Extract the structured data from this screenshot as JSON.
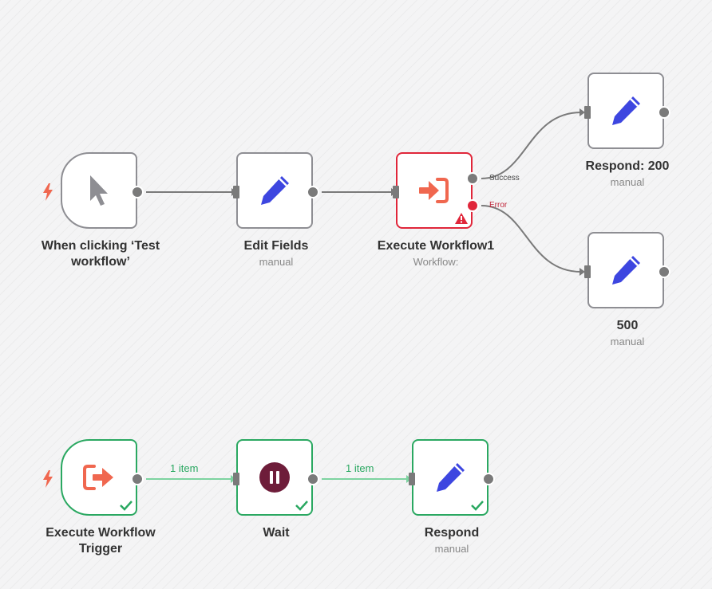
{
  "workflow_top": {
    "trigger": {
      "title": "When clicking ‘Test workflow’"
    },
    "edit_fields": {
      "title": "Edit Fields",
      "subtitle": "manual"
    },
    "execute_workflow": {
      "title": "Execute Workflow1",
      "subtitle": "Workflow:",
      "success_label": "Success",
      "error_label": "Error"
    },
    "respond_200": {
      "title": "Respond: 200",
      "subtitle": "manual"
    },
    "respond_500": {
      "title": "500",
      "subtitle": "manual"
    }
  },
  "workflow_bottom": {
    "trigger": {
      "title": "Execute Workflow Trigger"
    },
    "wait": {
      "title": "Wait"
    },
    "respond": {
      "title": "Respond",
      "subtitle": "manual"
    },
    "edge1_label": "1 item",
    "edge2_label": "1 item"
  },
  "icons": {
    "trigger_manual": "cursor-icon",
    "edit": "pencil-icon",
    "execute_workflow": "sign-in-icon",
    "execute_trigger": "sign-out-icon",
    "wait": "pause-icon",
    "warning": "warning-icon",
    "check": "check-icon",
    "bolt": "bolt-icon"
  },
  "colors": {
    "pencil": "#3d46e0",
    "workflow_icon": "#f0674f",
    "wait_icon": "#6e1d3a",
    "error": "#e0263a",
    "success": "#2aa861",
    "edge": "#7a7a7a",
    "edge_success": "#7dd3a0"
  }
}
